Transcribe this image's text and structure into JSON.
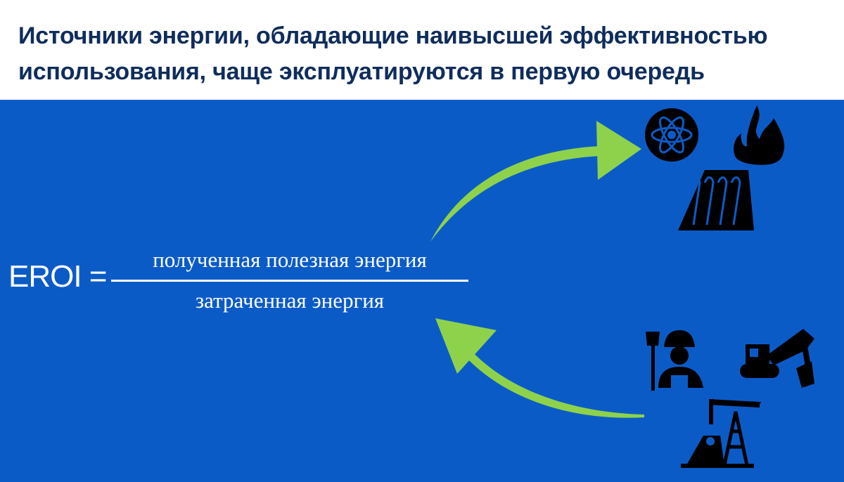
{
  "header": {
    "title_line1": "Источники энергии, обладающие наивысшей эффективностью",
    "title_line2": "использования, чаще эксплуатируются в первую очередь"
  },
  "formula": {
    "lhs": "EROI =",
    "numerator": "полученная полезная энергия",
    "denominator": "затраченная энергия"
  },
  "colors": {
    "background": "#0b5bc7",
    "title": "#0f2d5c",
    "arrow": "#8ed24c",
    "icons": "#000000"
  },
  "icons": {
    "output_sources": [
      "atom-icon",
      "fire-icon",
      "hydro-dam-icon"
    ],
    "input_costs": [
      "worker-icon",
      "excavator-icon",
      "oil-pump-icon"
    ]
  }
}
